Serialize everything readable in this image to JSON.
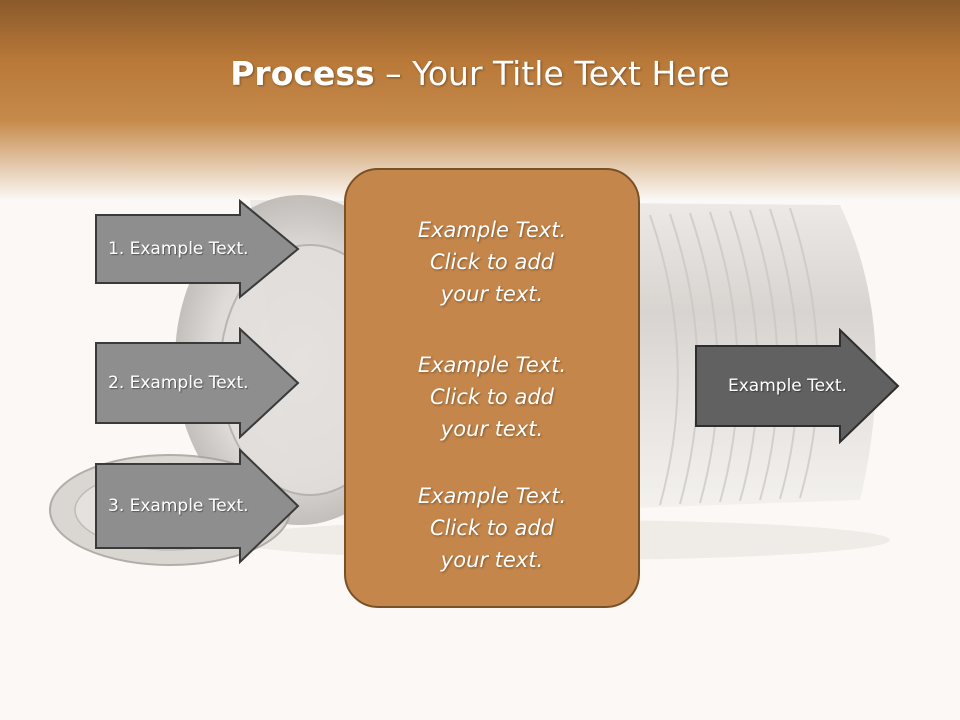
{
  "slide": {
    "title_bold": "Process",
    "title_rest": " – Your Title Text Here",
    "left_arrows": [
      {
        "label": "1. Example Text."
      },
      {
        "label": "2. Example Text."
      },
      {
        "label": "3. Example Text."
      }
    ],
    "center_items": [
      {
        "line1": "Example Text.",
        "line2": "Click  to add",
        "line3": "your text."
      },
      {
        "line1": "Example Text.",
        "line2": "Click  to add",
        "line3": "your text."
      },
      {
        "line1": "Example Text.",
        "line2": "Click  to add",
        "line3": "your text."
      }
    ],
    "right_arrow": {
      "label": "Example Text."
    }
  },
  "colors": {
    "header_brown": "#b87838",
    "box_fill": "#c4864a",
    "box_border": "#7a5026",
    "left_arrow_fill": "#8e8e8e",
    "right_arrow_fill": "#616161"
  },
  "icons": [
    "tin-can-image",
    "can-lid-image"
  ]
}
